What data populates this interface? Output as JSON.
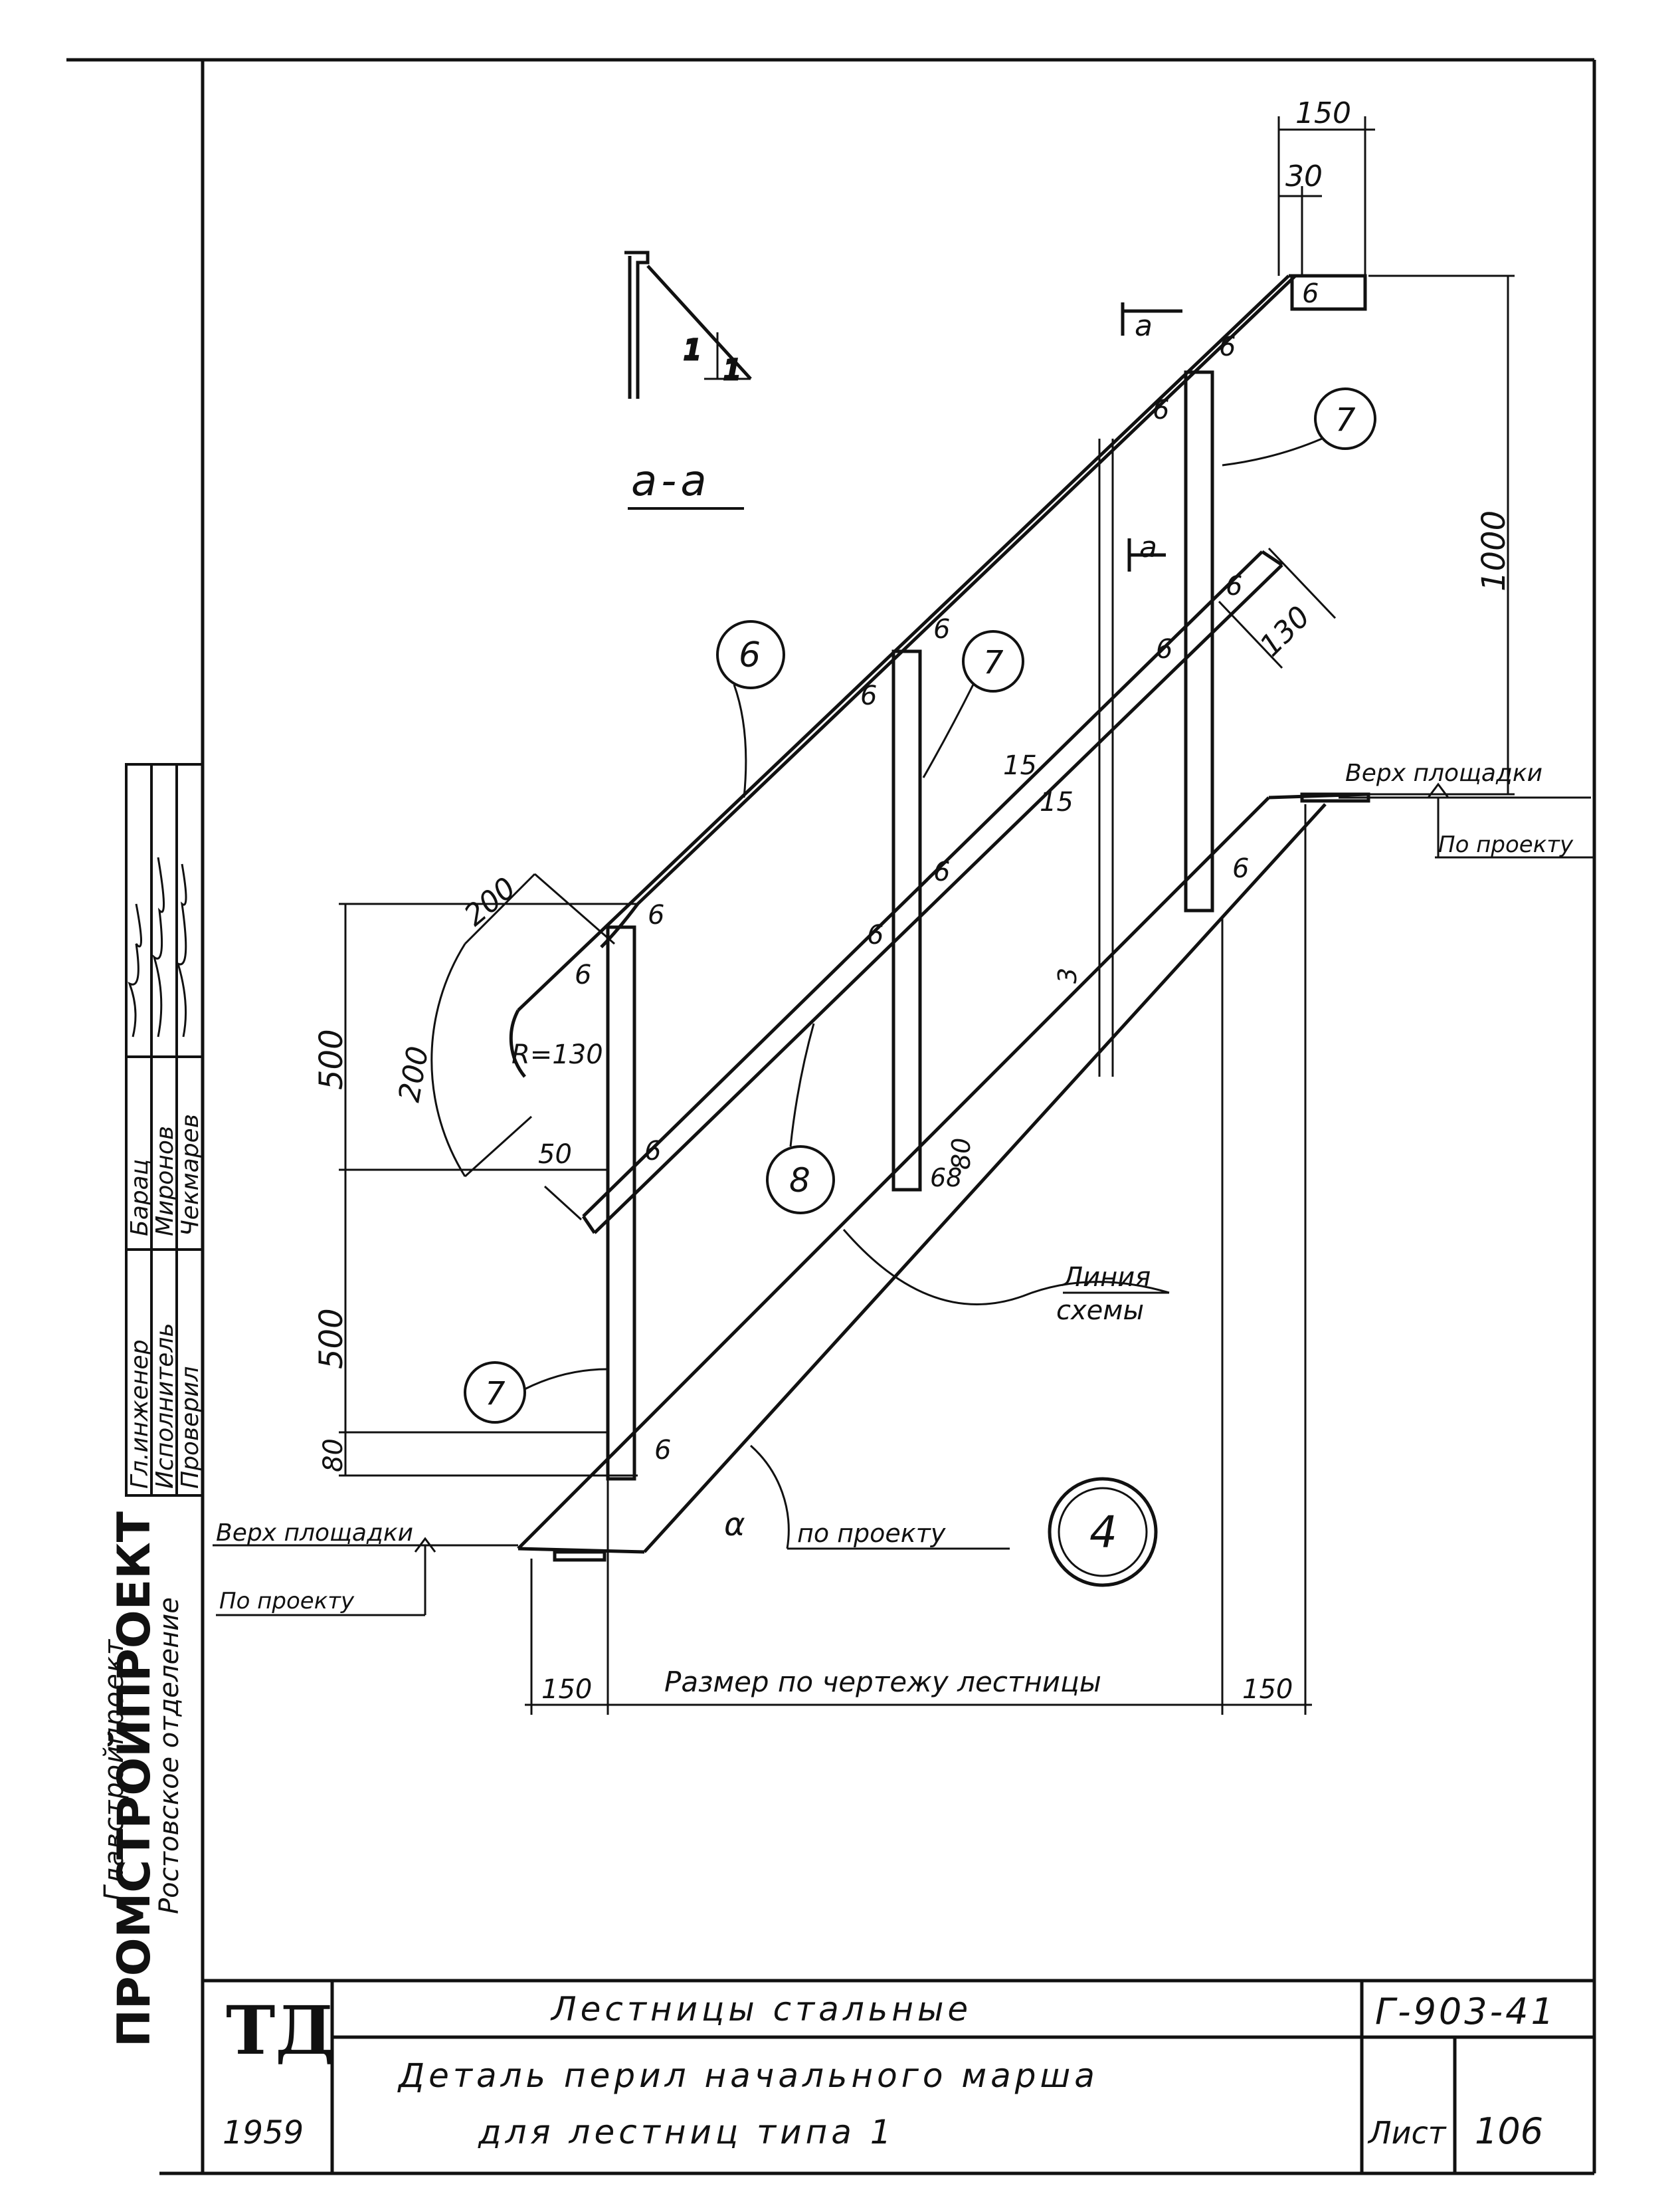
{
  "drawing": {
    "section_title": "a-a",
    "section_mark_top": "a",
    "section_mark_bottom": "a",
    "callouts": {
      "handrail": "6",
      "post_right": "7",
      "post_middle": "7",
      "post_left": "7",
      "bottom_rail": "8",
      "sheet_detail": "4"
    },
    "dims": {
      "top_width": "150",
      "top_offset": "30",
      "height_1000": "1000",
      "bottom_rail_width": "130",
      "rail_15_a": "15",
      "rail_15_b": "15",
      "arc_200_a": "200",
      "arc_200_b": "200",
      "radius": "R=130",
      "dim_500_upper": "500",
      "dim_500_lower": "500",
      "dim_80_left": "80",
      "dim_50": "50",
      "dim_80_mid": "80",
      "dim_68": "68",
      "dim_3": "3",
      "bottom_left_150": "150",
      "bottom_right_150": "150",
      "weld_6": "6"
    },
    "labels": {
      "top_landing": "Верх площадки",
      "by_project_top": "По проекту",
      "bottom_landing": "Верх площадки",
      "by_project_bottom": "По проекту",
      "schema_line_1": "Линия",
      "schema_line_2": "схемы",
      "angle_symbol": "α",
      "angle_label": "по проекту",
      "bottom_size": "Размер по чертежу лестницы"
    }
  },
  "side_stamp": {
    "org_small": "Главстройпроект",
    "org_main": "ПРОМСТРОЙПРОЕКТ",
    "org_branch": "Ростовское отделение",
    "rows": [
      {
        "role": "Гл.инженер",
        "name": "Барац"
      },
      {
        "role": "Исполнитель",
        "name": "Миронов"
      },
      {
        "role": "Проверил",
        "name": "Чекмарев"
      }
    ]
  },
  "title_block": {
    "logo": "ТД",
    "year": "1959",
    "title": "Лестницы стальные",
    "subtitle_1": "Деталь перил начального марша",
    "subtitle_2": "для лестниц типа 1",
    "code": "Г-903-41",
    "sheet_label": "Лист",
    "sheet_number": "106"
  }
}
